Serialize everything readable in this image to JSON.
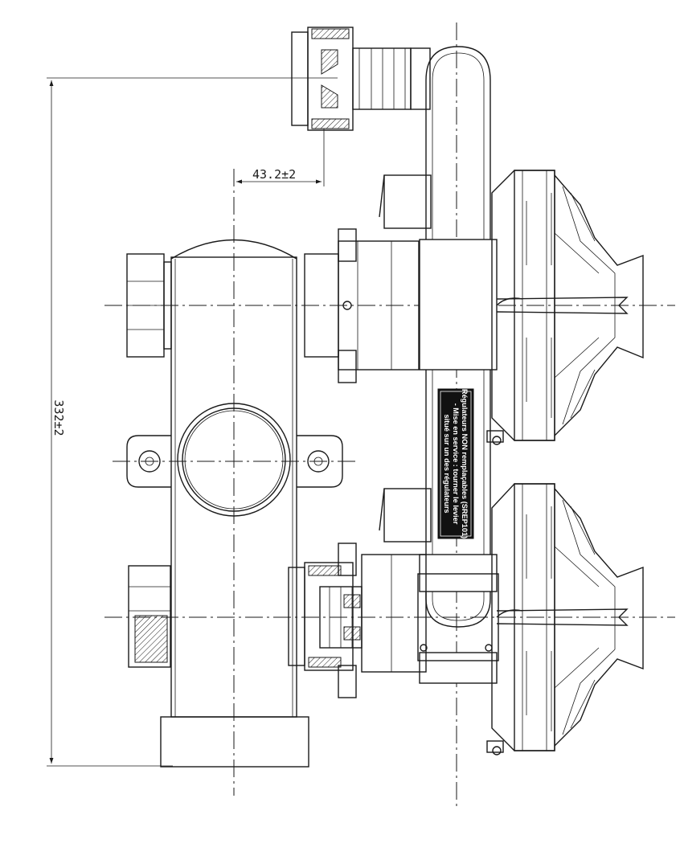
{
  "dimensions": {
    "height": "332±2",
    "offset": "43.2±2"
  },
  "label_plate": {
    "lines": [
      "Régulateurs NON remplaçables (SREP101)",
      "- Mise en service : tourner le levier",
      "situé sur un des régulateurs"
    ]
  }
}
